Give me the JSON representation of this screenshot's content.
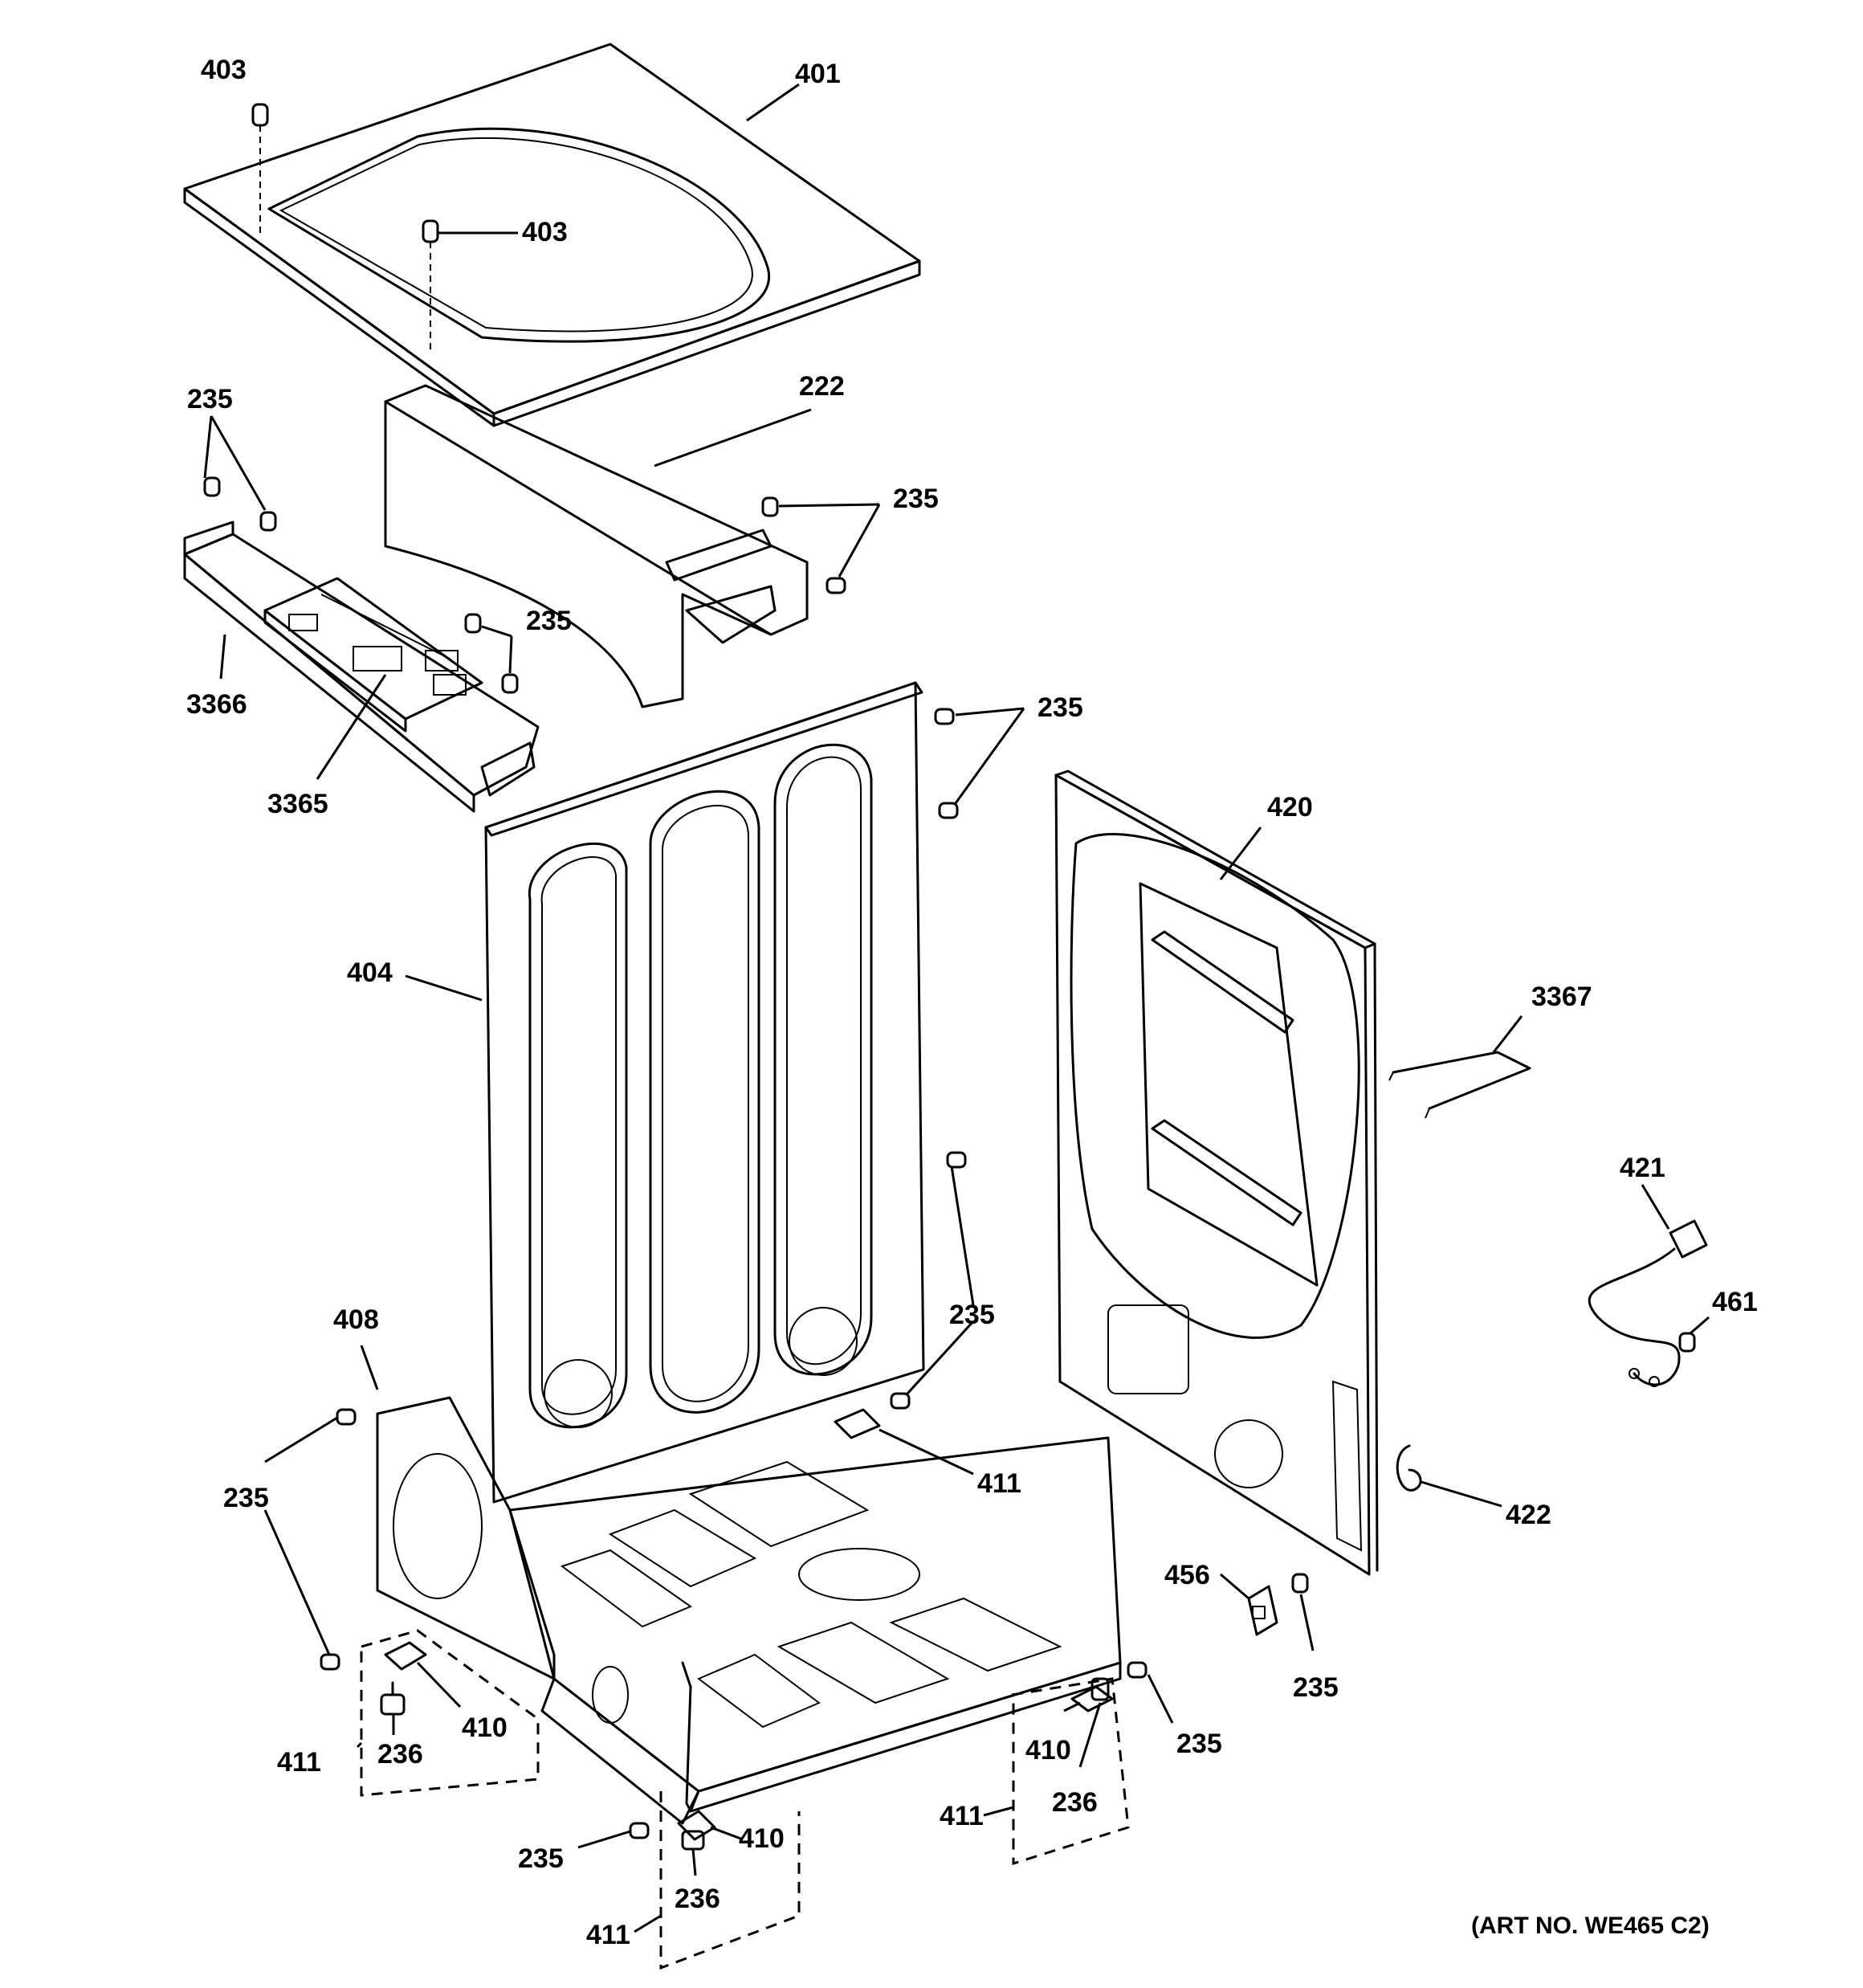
{
  "callouts": {
    "c401": "401",
    "c403a": "403",
    "c403b": "403",
    "c222": "222",
    "c235a": "235",
    "c235b": "235",
    "c235c": "235",
    "c235d": "235",
    "c235e": "235",
    "c235f": "235",
    "c235g": "235",
    "c235h": "235",
    "c235i": "235",
    "c3366": "3366",
    "c3365": "3365",
    "c420": "420",
    "c404": "404",
    "c3367": "3367",
    "c421": "421",
    "c461": "461",
    "c408": "408",
    "c411a": "411",
    "c411b": "411",
    "c411c": "411",
    "c411d": "411",
    "c422": "422",
    "c456": "456",
    "c410a": "410",
    "c410b": "410",
    "c410c": "410",
    "c236a": "236",
    "c236b": "236",
    "c236c": "236"
  },
  "art_number": "(ART NO. WE465 C2)"
}
